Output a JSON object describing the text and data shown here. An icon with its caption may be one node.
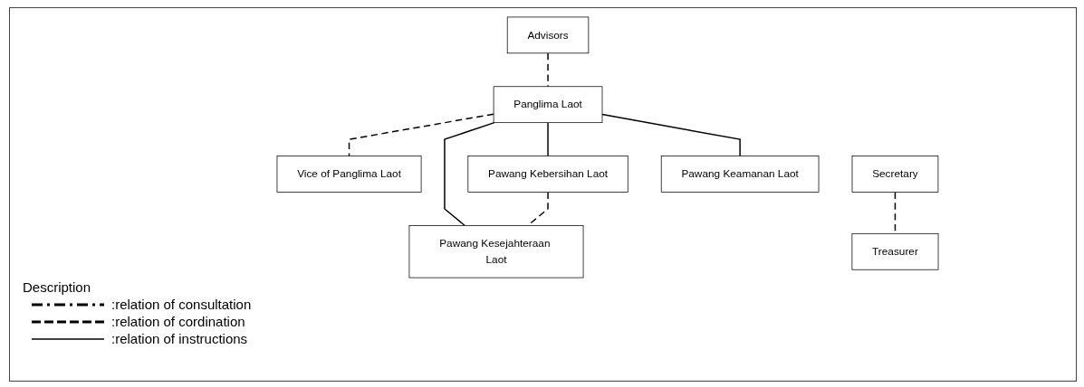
{
  "diagram": {
    "nodes": [
      {
        "text": [
          "Advisors"
        ]
      },
      {
        "text": [
          "Panglima Laot"
        ]
      },
      {
        "text": [
          "Vice of Panglima Laot"
        ]
      },
      {
        "text": [
          "Secretary"
        ]
      },
      {
        "text": [
          "Treasurer"
        ]
      },
      {
        "text": [
          "Pawang Kebersihan Laot"
        ]
      },
      {
        "text": [
          "Pawang Keamanan Laot"
        ]
      },
      {
        "text": [
          "Pawang Kesejahteraan Laot"
        ]
      }
    ],
    "edges": [
      {
        "from": 0,
        "to": 1,
        "arrow": "none",
        "style": "dashed"
      },
      {
        "from": 1,
        "to": 2,
        "arrow": "none",
        "style": "dashed"
      },
      {
        "from": 3,
        "to": 4,
        "arrow": "none",
        "style": "dashed"
      },
      {
        "from": 1,
        "to": 5,
        "arrow": "none"
      },
      {
        "from": 1,
        "to": 6,
        "arrow": "none"
      },
      {
        "from": 1,
        "to": 7,
        "arrow": "none"
      },
      {
        "from": 5,
        "to": 7,
        "arrow": "none",
        "style": "dashed"
      }
    ],
    "labels": [
      "Description"
    ],
    "legend": [
      {
        "text": ":relation of consultation"
      },
      {
        "text": ":relation of cordination"
      },
      {
        "text": ":relation of instructions"
      }
    ]
  }
}
